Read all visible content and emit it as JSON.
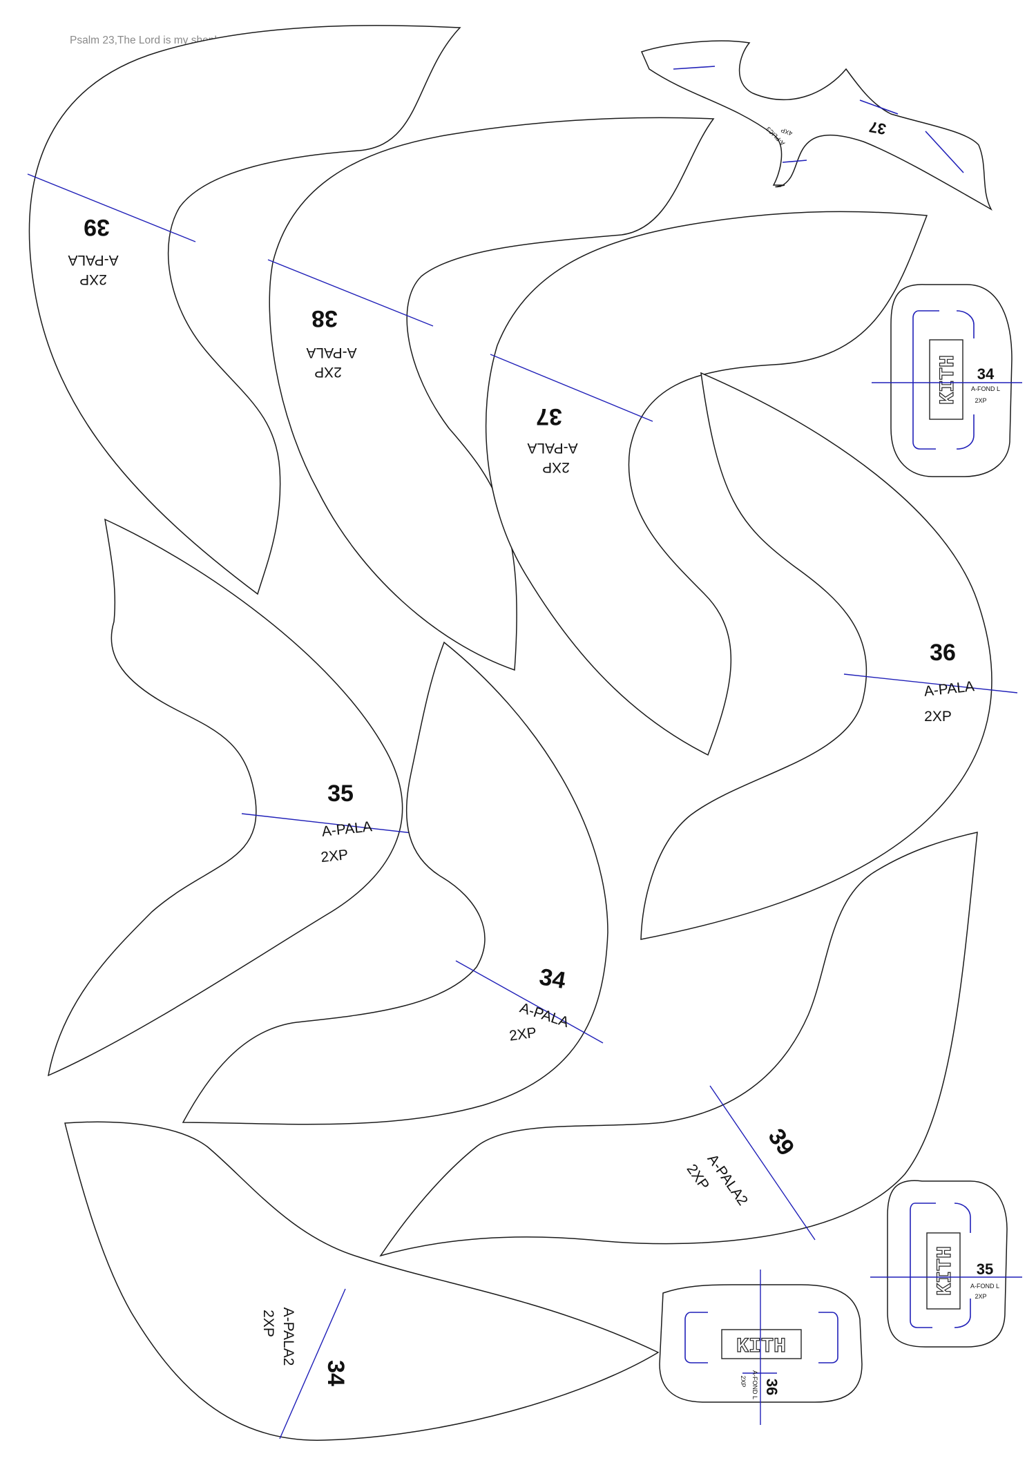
{
  "header": {
    "text": "Psalm 23,The Lord is my shepherd, I shall not want."
  },
  "pieces": [
    {
      "id": "pala-39",
      "size": "39",
      "code": "A-PALA",
      "qty": "2XP"
    },
    {
      "id": "pala-38",
      "size": "38",
      "code": "A-PALA",
      "qty": "2XP"
    },
    {
      "id": "pala-37",
      "size": "37",
      "code": "A-PALA",
      "qty": "2XP"
    },
    {
      "id": "pala-36",
      "size": "36",
      "code": "A-PALA",
      "qty": "2XP"
    },
    {
      "id": "pala-35",
      "size": "35",
      "code": "A-PALA",
      "qty": "2XP"
    },
    {
      "id": "pala-34",
      "size": "34",
      "code": "A-PALA",
      "qty": "2XP"
    },
    {
      "id": "pala2-39",
      "size": "39",
      "code": "A-PALA2",
      "qty": "2XP"
    },
    {
      "id": "pala2-34",
      "size": "34",
      "code": "A-PALA2",
      "qty": "2XP"
    },
    {
      "id": "plic-37",
      "size": "37",
      "code": "A-PLIC3",
      "qty": "4XP"
    },
    {
      "id": "fond-34",
      "size": "34",
      "code": "A-FOND L",
      "qty": "2XP",
      "logo": "KITH"
    },
    {
      "id": "fond-35",
      "size": "35",
      "code": "A-FOND L",
      "qty": "2XP",
      "logo": "KITH"
    },
    {
      "id": "fond-36",
      "size": "36",
      "code": "A-FOND L",
      "qty": "2XP",
      "logo": "KITH"
    }
  ],
  "colors": {
    "outline": "#1a1a1a",
    "guide": "#1f1fb8",
    "header": "#8a8a8a"
  }
}
